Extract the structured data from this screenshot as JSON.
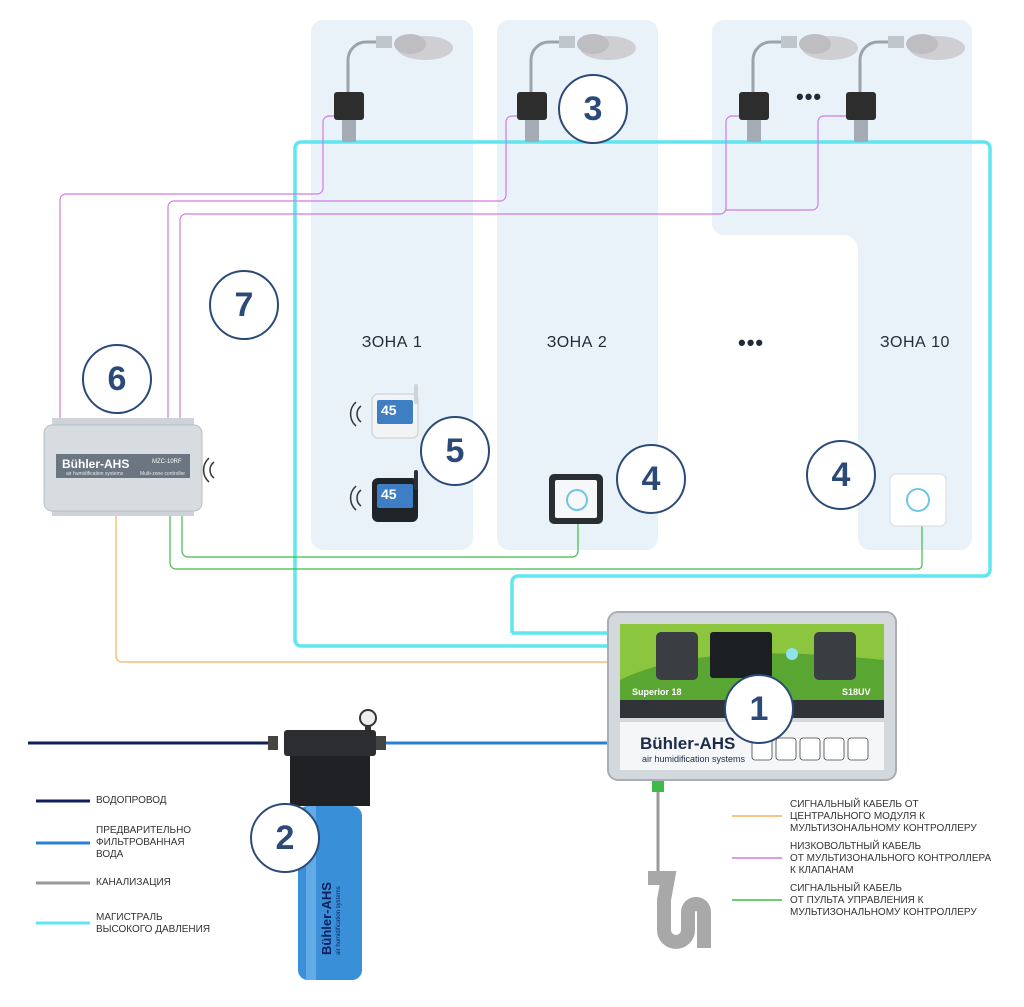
{
  "zones": [
    {
      "label": "ЗОНА 1"
    },
    {
      "label": "ЗОНА 2"
    },
    {
      "label": "ЗОНА 10"
    }
  ],
  "ellipsis": "•••",
  "numbers": [
    "1",
    "2",
    "3",
    "4",
    "4",
    "5",
    "6",
    "7"
  ],
  "controller": {
    "brand": "Bühler-AHS",
    "model": "MZC-10RF",
    "subtitle": "Multi-zone controller",
    "tagline": "air humidification systems"
  },
  "main_unit": {
    "brand": "Bühler-AHS",
    "tagline": "air humidification systems",
    "model": "Superior 18",
    "code": "S18UV"
  },
  "filter": {
    "brand": "Bühler-AHS",
    "tagline": "air humidification systems"
  },
  "sensor": {
    "reading": "45"
  },
  "legend_left": [
    {
      "text": "ВОДОПРОВОД",
      "color": "#0e1f5c"
    },
    {
      "text": "ПРЕДВАРИТЕЛЬНО\nФИЛЬТРОВАННАЯ\nВОДА",
      "color": "#2b7fd6"
    },
    {
      "text": "КАНАЛИЗАЦИЯ",
      "color": "#9a9a9a"
    },
    {
      "text": "МАГИСТРАЛЬ\nВЫСОКОГО ДАВЛЕНИЯ",
      "color": "#5fe6f0"
    }
  ],
  "legend_right": [
    {
      "text": "СИГНАЛЬНЫЙ КАБЕЛЬ ОТ\nЦЕНТРАЛЬНОГО МОДУЛЯ К\nМУЛЬТИЗОНАЛЬНОМУ КОНТРОЛЛЕРУ",
      "color": "#f2b25a"
    },
    {
      "text": "НИЗКОВОЛЬТНЫЙ КАБЕЛЬ\nОТ МУЛЬТИЗОНАЛЬНОГО КОНТРОЛЛЕРА\nК КЛАПАНАМ",
      "color": "#d27be0"
    },
    {
      "text": "СИГНАЛЬНЫЙ КАБЕЛЬ\nОТ ПУЛЬТА УПРАВЛЕНИЯ К\nМУЛЬТИЗОНАЛЬНОМУ КОНТРОЛЛЕРУ",
      "color": "#3dbb4a"
    }
  ]
}
